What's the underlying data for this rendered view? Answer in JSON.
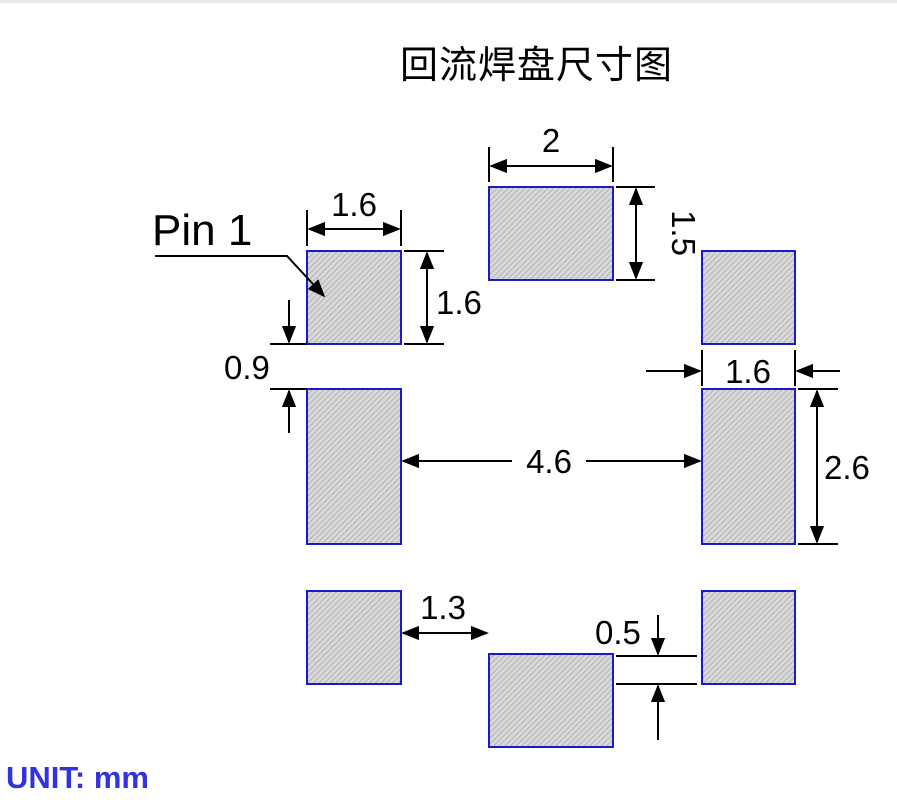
{
  "title": "回流焊盘尺寸图",
  "unit_label": "UNIT: mm",
  "pin_label": "Pin 1",
  "colors": {
    "pad_stroke": "#1a1acc",
    "pad_fill": "#d4d4d4",
    "hatch": "#9a9a9a",
    "unit_text": "#3333dd"
  },
  "dimensions": {
    "top_pad_width": "2",
    "top_pad_height": "1.5",
    "pin1_pad_width": "1.6",
    "pin1_pad_height": "1.6",
    "pin_gap": "0.9",
    "right_pad_width": "1.6",
    "tall_pad_height": "2.6",
    "pad_spacing": "4.6",
    "bottom_gap_horizontal": "1.3",
    "bottom_gap_vertical": "0.5"
  }
}
